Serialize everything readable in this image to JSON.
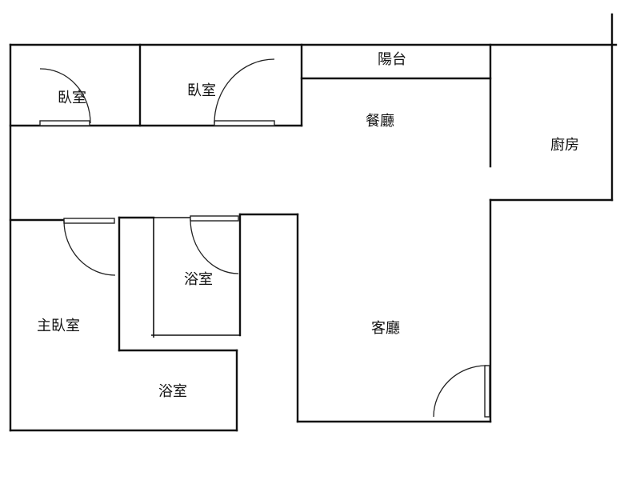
{
  "rooms": {
    "bedroom_1": "臥室",
    "bedroom_2": "臥室",
    "balcony": "陽台",
    "dining": "餐廳",
    "kitchen": "廚房",
    "bathroom_1": "浴室",
    "master_bedroom": "主臥室",
    "living": "客廳",
    "bathroom_2": "浴室"
  },
  "colors": {
    "wall": "#111111",
    "background": "#ffffff"
  }
}
